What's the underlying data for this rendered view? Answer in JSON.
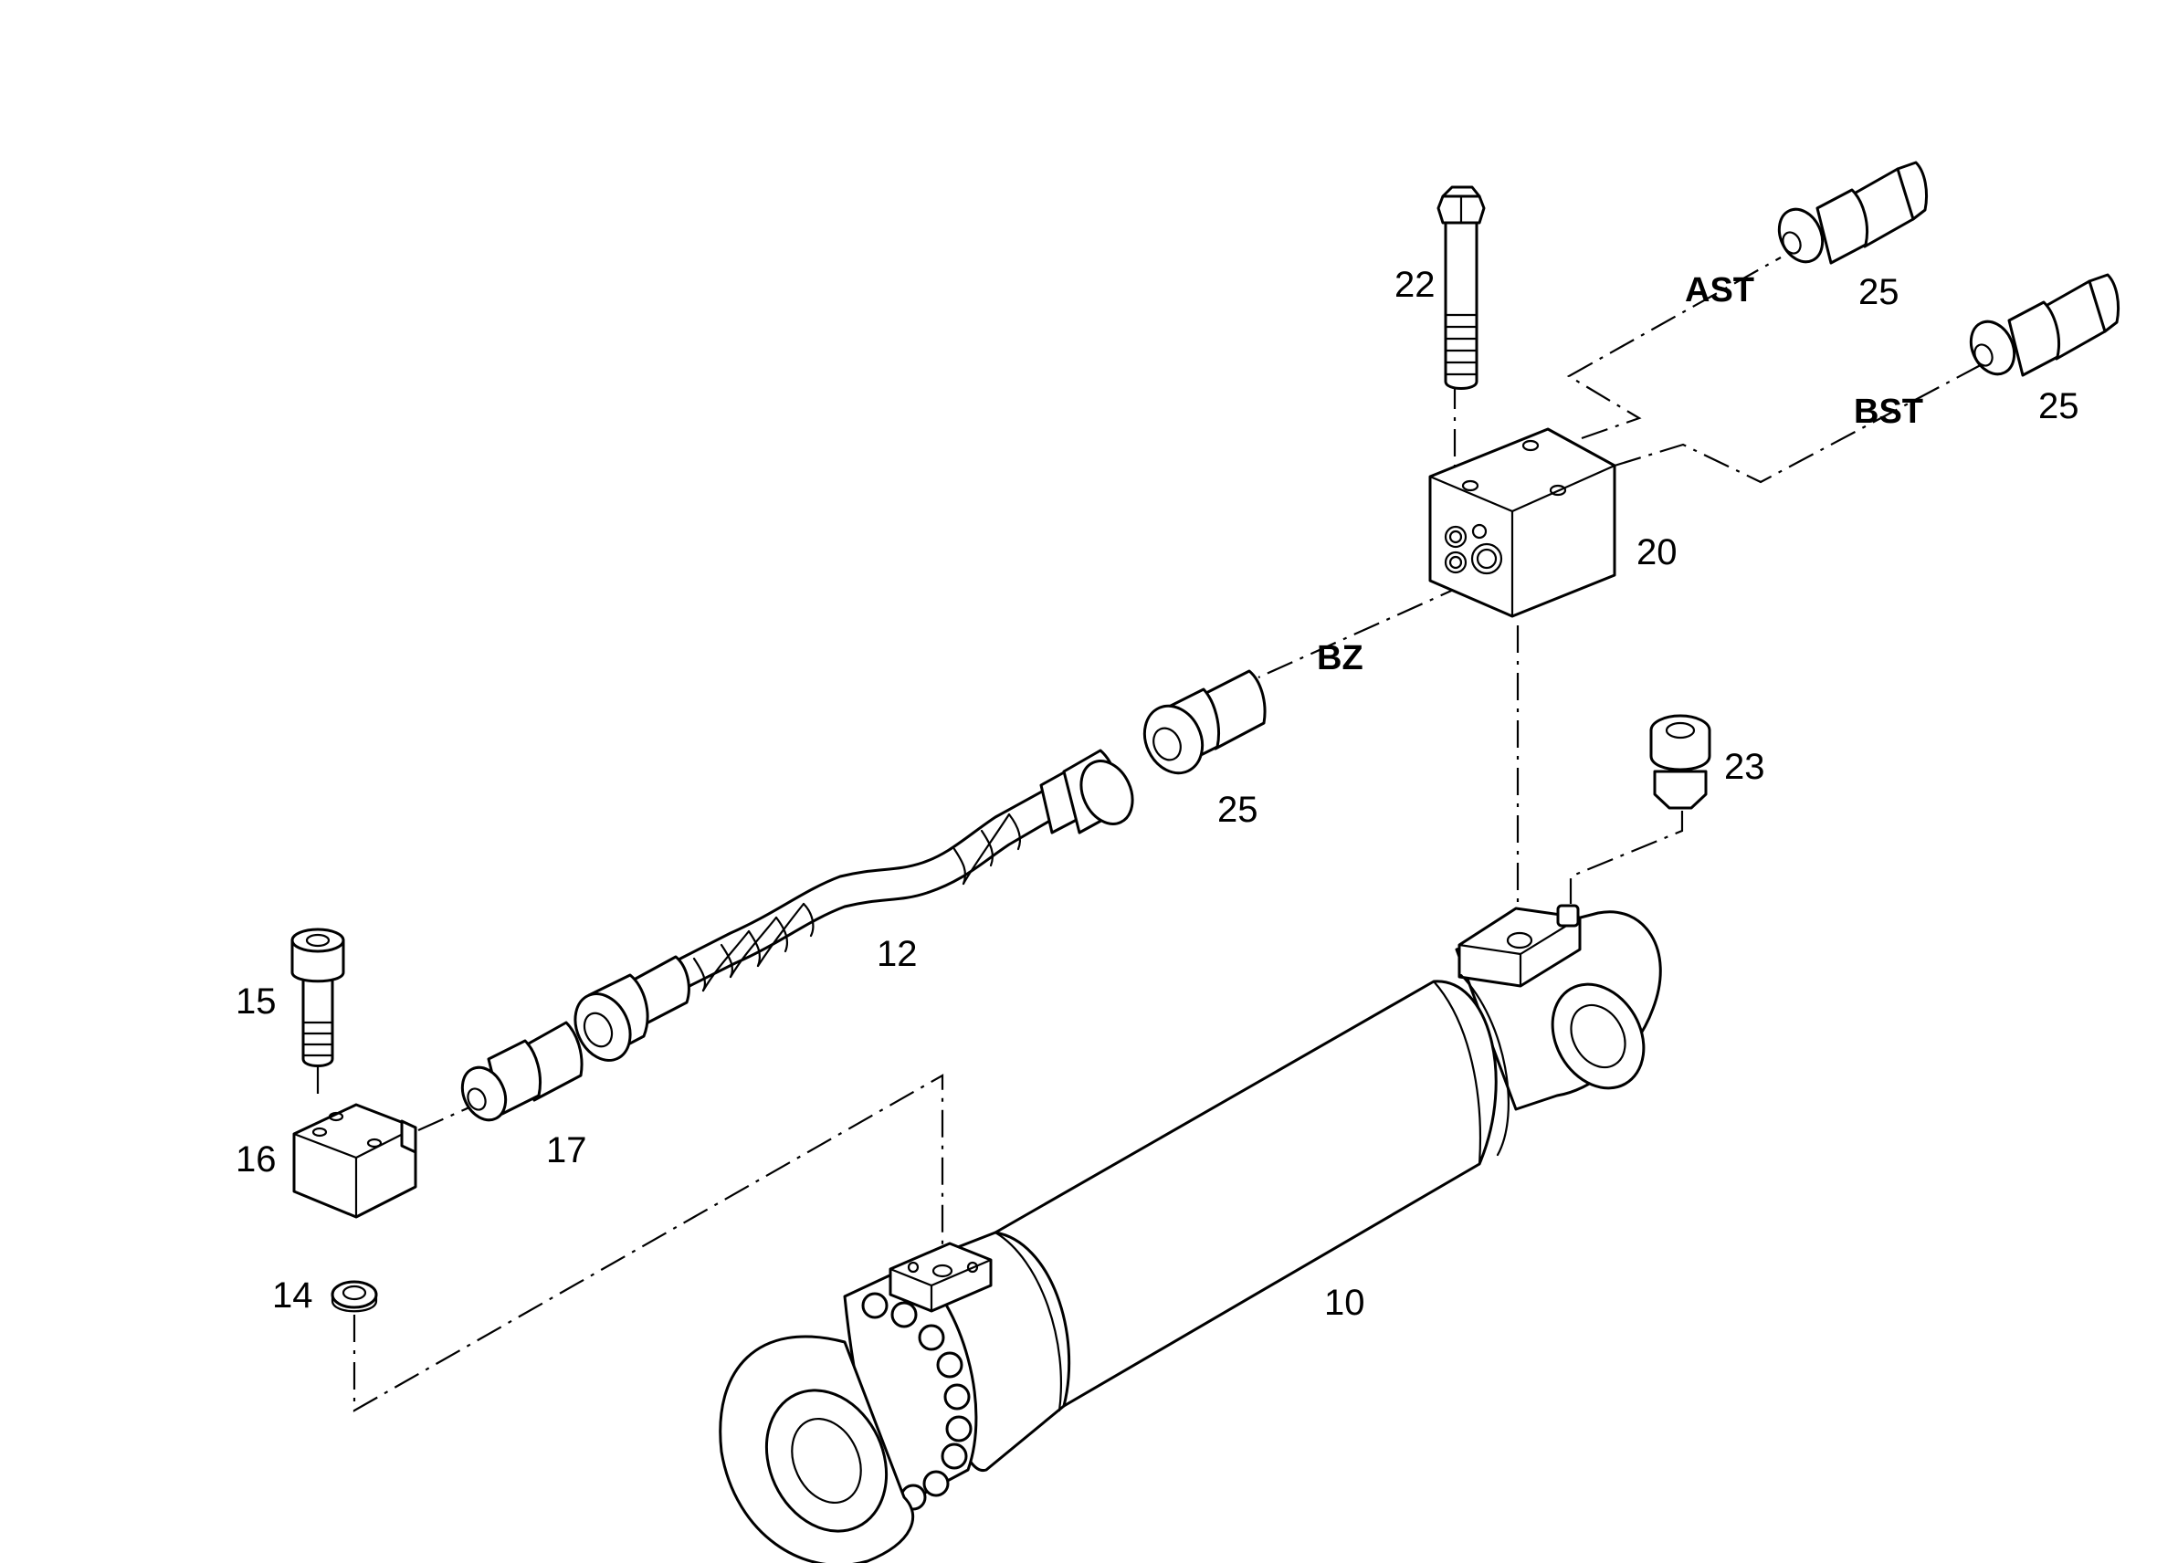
{
  "diagram": {
    "port_labels": {
      "ast": "AST",
      "bst": "BST",
      "bz": "BZ"
    },
    "part_numbers": {
      "p10": "10",
      "p12": "12",
      "p14": "14",
      "p15": "15",
      "p16": "16",
      "p17": "17",
      "p20": "20",
      "p22": "22",
      "p23": "23",
      "p25_ast": "25",
      "p25_bst": "25",
      "p25_bz": "25"
    }
  }
}
